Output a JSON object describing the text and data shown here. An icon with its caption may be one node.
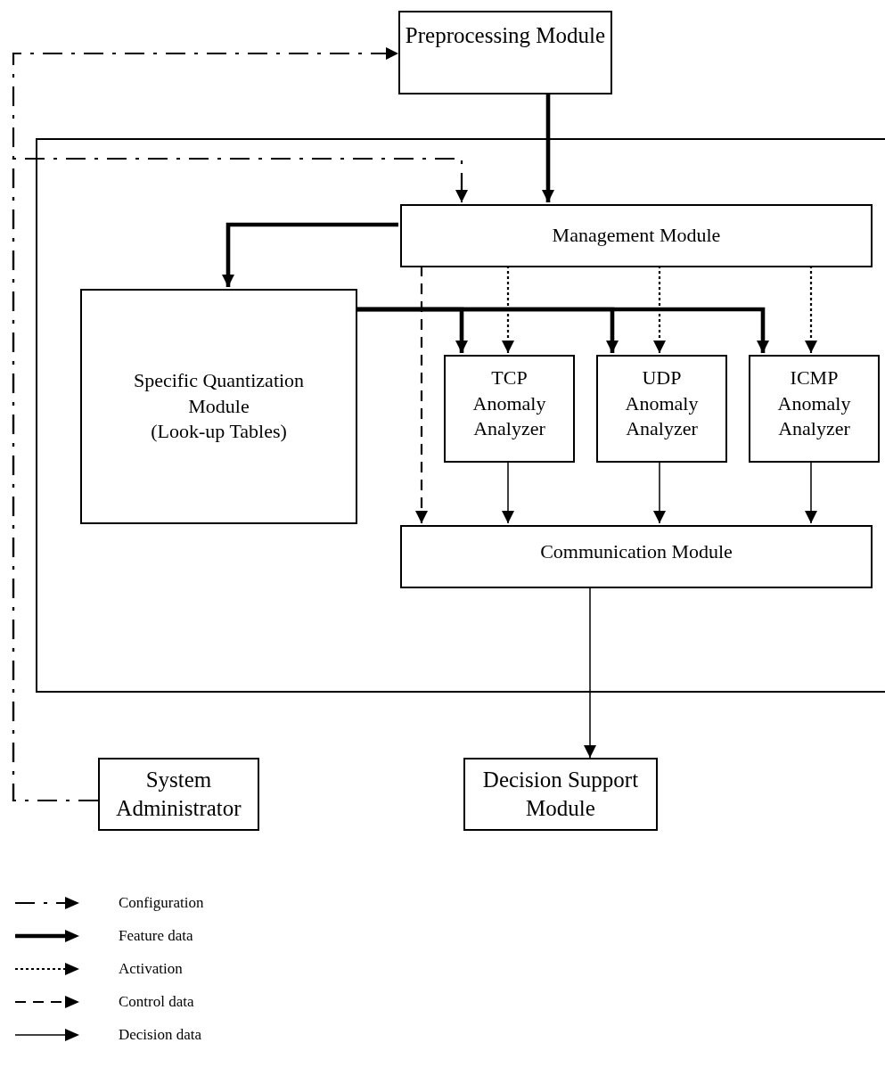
{
  "diagram": {
    "nodes": [
      {
        "text": [
          "Preprocessing Module"
        ]
      },
      {
        "text": [],
        "shape": "box"
      },
      {
        "text": [
          "Management Module"
        ],
        "in": 1
      },
      {
        "text": [
          "Specific Quantization Module",
          "(Look-up Tables)"
        ],
        "in": 1
      },
      {
        "text": [
          "TCP Anomaly Analyzer"
        ],
        "in": 1
      },
      {
        "text": [
          "UDP Anomaly Analyzer"
        ],
        "in": 1
      },
      {
        "text": [
          "ICMP Anomaly Analyzer"
        ],
        "in": 1
      },
      {
        "text": [
          "Communication Module"
        ],
        "in": 1
      },
      {
        "text": [
          "System Administrator"
        ]
      },
      {
        "text": [
          "Decision Support Module"
        ]
      }
    ],
    "edges": [
      {
        "from": 8,
        "to": 0,
        "arrow": "to",
        "style": "dashed"
      },
      {
        "from": 8,
        "to": 2,
        "arrow": "to",
        "style": "dashed"
      },
      {
        "from": 0,
        "to": 2,
        "arrow": "to",
        "style": "thick"
      },
      {
        "from": 2,
        "to": 3,
        "arrow": "to",
        "style": "thick"
      },
      {
        "from": 3,
        "to": 4,
        "arrow": "to",
        "style": "thick"
      },
      {
        "from": 3,
        "to": 5,
        "arrow": "to",
        "style": "thick"
      },
      {
        "from": 3,
        "to": 6,
        "arrow": "to",
        "style": "thick"
      },
      {
        "from": 2,
        "to": 4,
        "arrow": "to",
        "style": "dashed"
      },
      {
        "from": 2,
        "to": 5,
        "arrow": "to",
        "style": "dashed"
      },
      {
        "from": 2,
        "to": 6,
        "arrow": "to",
        "style": "dashed"
      },
      {
        "from": 2,
        "to": 7,
        "arrow": "to",
        "style": "dashed"
      },
      {
        "from": 4,
        "to": 7,
        "arrow": "to"
      },
      {
        "from": 5,
        "to": 7,
        "arrow": "to"
      },
      {
        "from": 6,
        "to": 7,
        "arrow": "to"
      },
      {
        "from": 7,
        "to": 9,
        "arrow": "to"
      }
    ],
    "legend": [
      {
        "text": "Configuration"
      },
      {
        "text": "Feature data"
      },
      {
        "text": "Activation"
      },
      {
        "text": "Control data"
      },
      {
        "text": "Decision data"
      }
    ]
  }
}
